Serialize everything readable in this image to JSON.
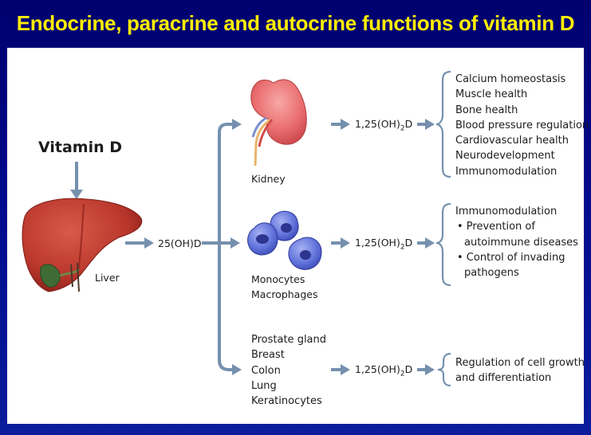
{
  "title": "Endocrine, paracrine and autocrine functions of vitamin D",
  "source": {
    "label": "Vitamin D"
  },
  "liver": {
    "label": "Liver",
    "product": "25(OH)D"
  },
  "targets": [
    {
      "id": "kidney",
      "labels": [
        "Kidney"
      ],
      "product": {
        "base": "1,25(OH)",
        "sub": "2",
        "tail": "D"
      },
      "effects": [
        {
          "text": "Calcium homeostasis",
          "bullet": false,
          "indent": false
        },
        {
          "text": "Muscle health",
          "bullet": false,
          "indent": false
        },
        {
          "text": "Bone health",
          "bullet": false,
          "indent": false
        },
        {
          "text": "Blood pressure regulation",
          "bullet": false,
          "indent": false
        },
        {
          "text": "Cardiovascular health",
          "bullet": false,
          "indent": false
        },
        {
          "text": "Neurodevelopment",
          "bullet": false,
          "indent": false
        },
        {
          "text": "Immunomodulation",
          "bullet": false,
          "indent": false
        }
      ]
    },
    {
      "id": "immune",
      "labels": [
        "Monocytes",
        "Macrophages"
      ],
      "product": {
        "base": "1,25(OH)",
        "sub": "2",
        "tail": "D"
      },
      "effects": [
        {
          "text": "Immunomodulation",
          "bullet": false,
          "indent": false
        },
        {
          "text": "• Prevention of",
          "bullet": true,
          "indent": false
        },
        {
          "text": "autoimmune diseases",
          "bullet": false,
          "indent": true
        },
        {
          "text": "• Control of invading",
          "bullet": true,
          "indent": false
        },
        {
          "text": "pathogens",
          "bullet": false,
          "indent": true
        }
      ]
    },
    {
      "id": "tissues",
      "labels": [
        "Prostate gland",
        "Breast",
        "Colon",
        "Lung",
        "Keratinocytes"
      ],
      "product": {
        "base": "1,25(OH)",
        "sub": "2",
        "tail": "D"
      },
      "effects": [
        {
          "text": "Regulation of cell growth",
          "bullet": false,
          "indent": false
        },
        {
          "text": "and differentiation",
          "bullet": false,
          "indent": false
        }
      ]
    }
  ],
  "colors": {
    "background": "#000a8c",
    "title": "#ffee00",
    "arrow": "#7590ad",
    "liver": "#b8352b",
    "kidney": "#e8676b",
    "cell": "#5b6ed8"
  }
}
